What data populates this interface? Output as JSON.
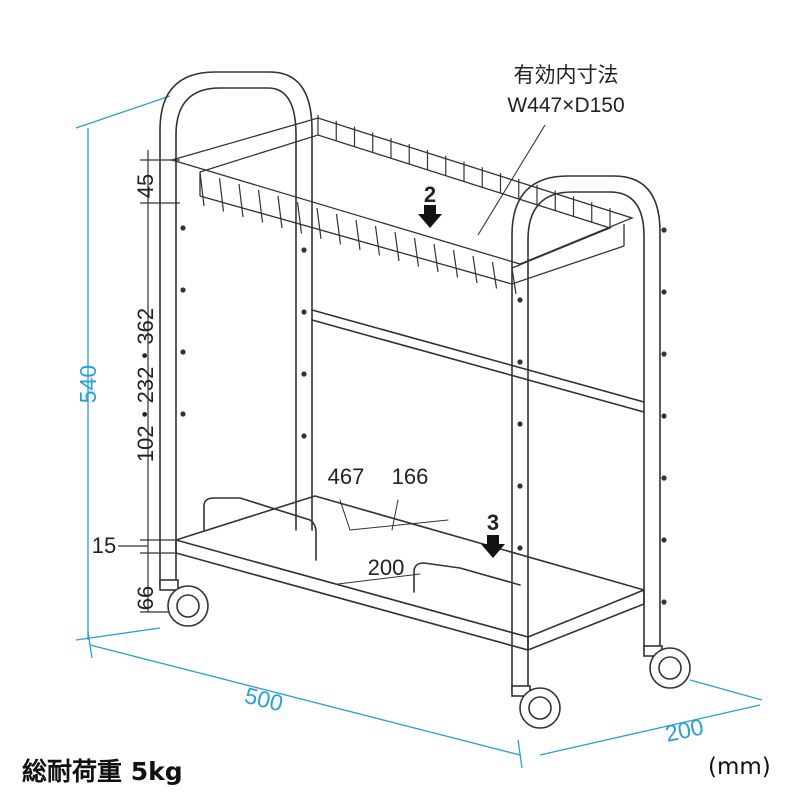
{
  "product_labels": {
    "inner_size_label": "有効内寸法",
    "inner_size_value": "W447×D150",
    "callout_top": "2",
    "callout_bottom": "3"
  },
  "dimensions": {
    "total_height": "540",
    "top_section": "45",
    "middle_section": "102・232・362",
    "shelf_thickness": "15",
    "caster_height": "66",
    "width": "500",
    "depth": "200",
    "shelf_width": "467",
    "shelf_depth": "166",
    "rail_spacing": "200"
  },
  "caption": {
    "total_load": "総耐荷重  5kg",
    "unit": "(mm)"
  },
  "colors": {
    "dimension": "#2aa0d8",
    "drawing": "#333333"
  }
}
